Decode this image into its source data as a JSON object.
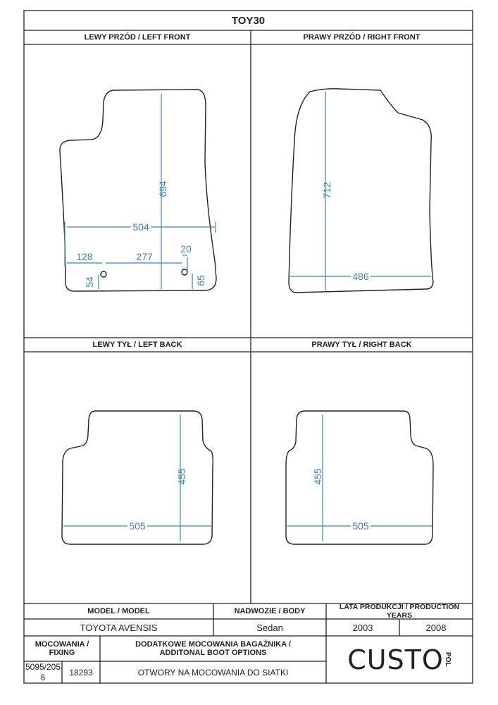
{
  "title": "TOY30",
  "panels": {
    "left_front": {
      "label": "LEWY PRZÓD / LEFT FRONT",
      "dims": {
        "height": "694",
        "width": "504",
        "offset_left": "128",
        "hole_spacing": "277",
        "hole_right": "20",
        "hole_left_height": "54",
        "hole_right_height": "65"
      }
    },
    "right_front": {
      "label": "PRAWY PRZÓD / RIGHT FRONT",
      "dims": {
        "height": "712",
        "width": "486"
      }
    },
    "left_back": {
      "label": "LEWY TYŁ / LEFT BACK",
      "dims": {
        "height": "455",
        "width": "505"
      }
    },
    "right_back": {
      "label": "PRAWY TYŁ / RIGHT BACK",
      "dims": {
        "height": "455",
        "width": "505"
      }
    }
  },
  "table": {
    "model_header": "MODEL / MODEL",
    "body_header": "NADWOZIE / BODY",
    "years_header": "LATA PRODUKCJI / PRODUCTION YEARS",
    "model": "TOYOTA AVENSIS",
    "body": "Sedan",
    "year_from": "2003",
    "year_to": "2008",
    "fixing_header": "MOCOWANIA / FIXING",
    "boot_header": "DODATKOWE MOCOWANIA BAGAŻNIKA / ADDITONAL BOOT OPTIONS",
    "fixing_1": "5095/2056",
    "fixing_2": "18293",
    "boot_option": "OTWORY NA MOCOWANIA DO SIATKI"
  },
  "logo": {
    "text": "CUSTO",
    "suffix": "POL",
    "color": "#e02020"
  }
}
